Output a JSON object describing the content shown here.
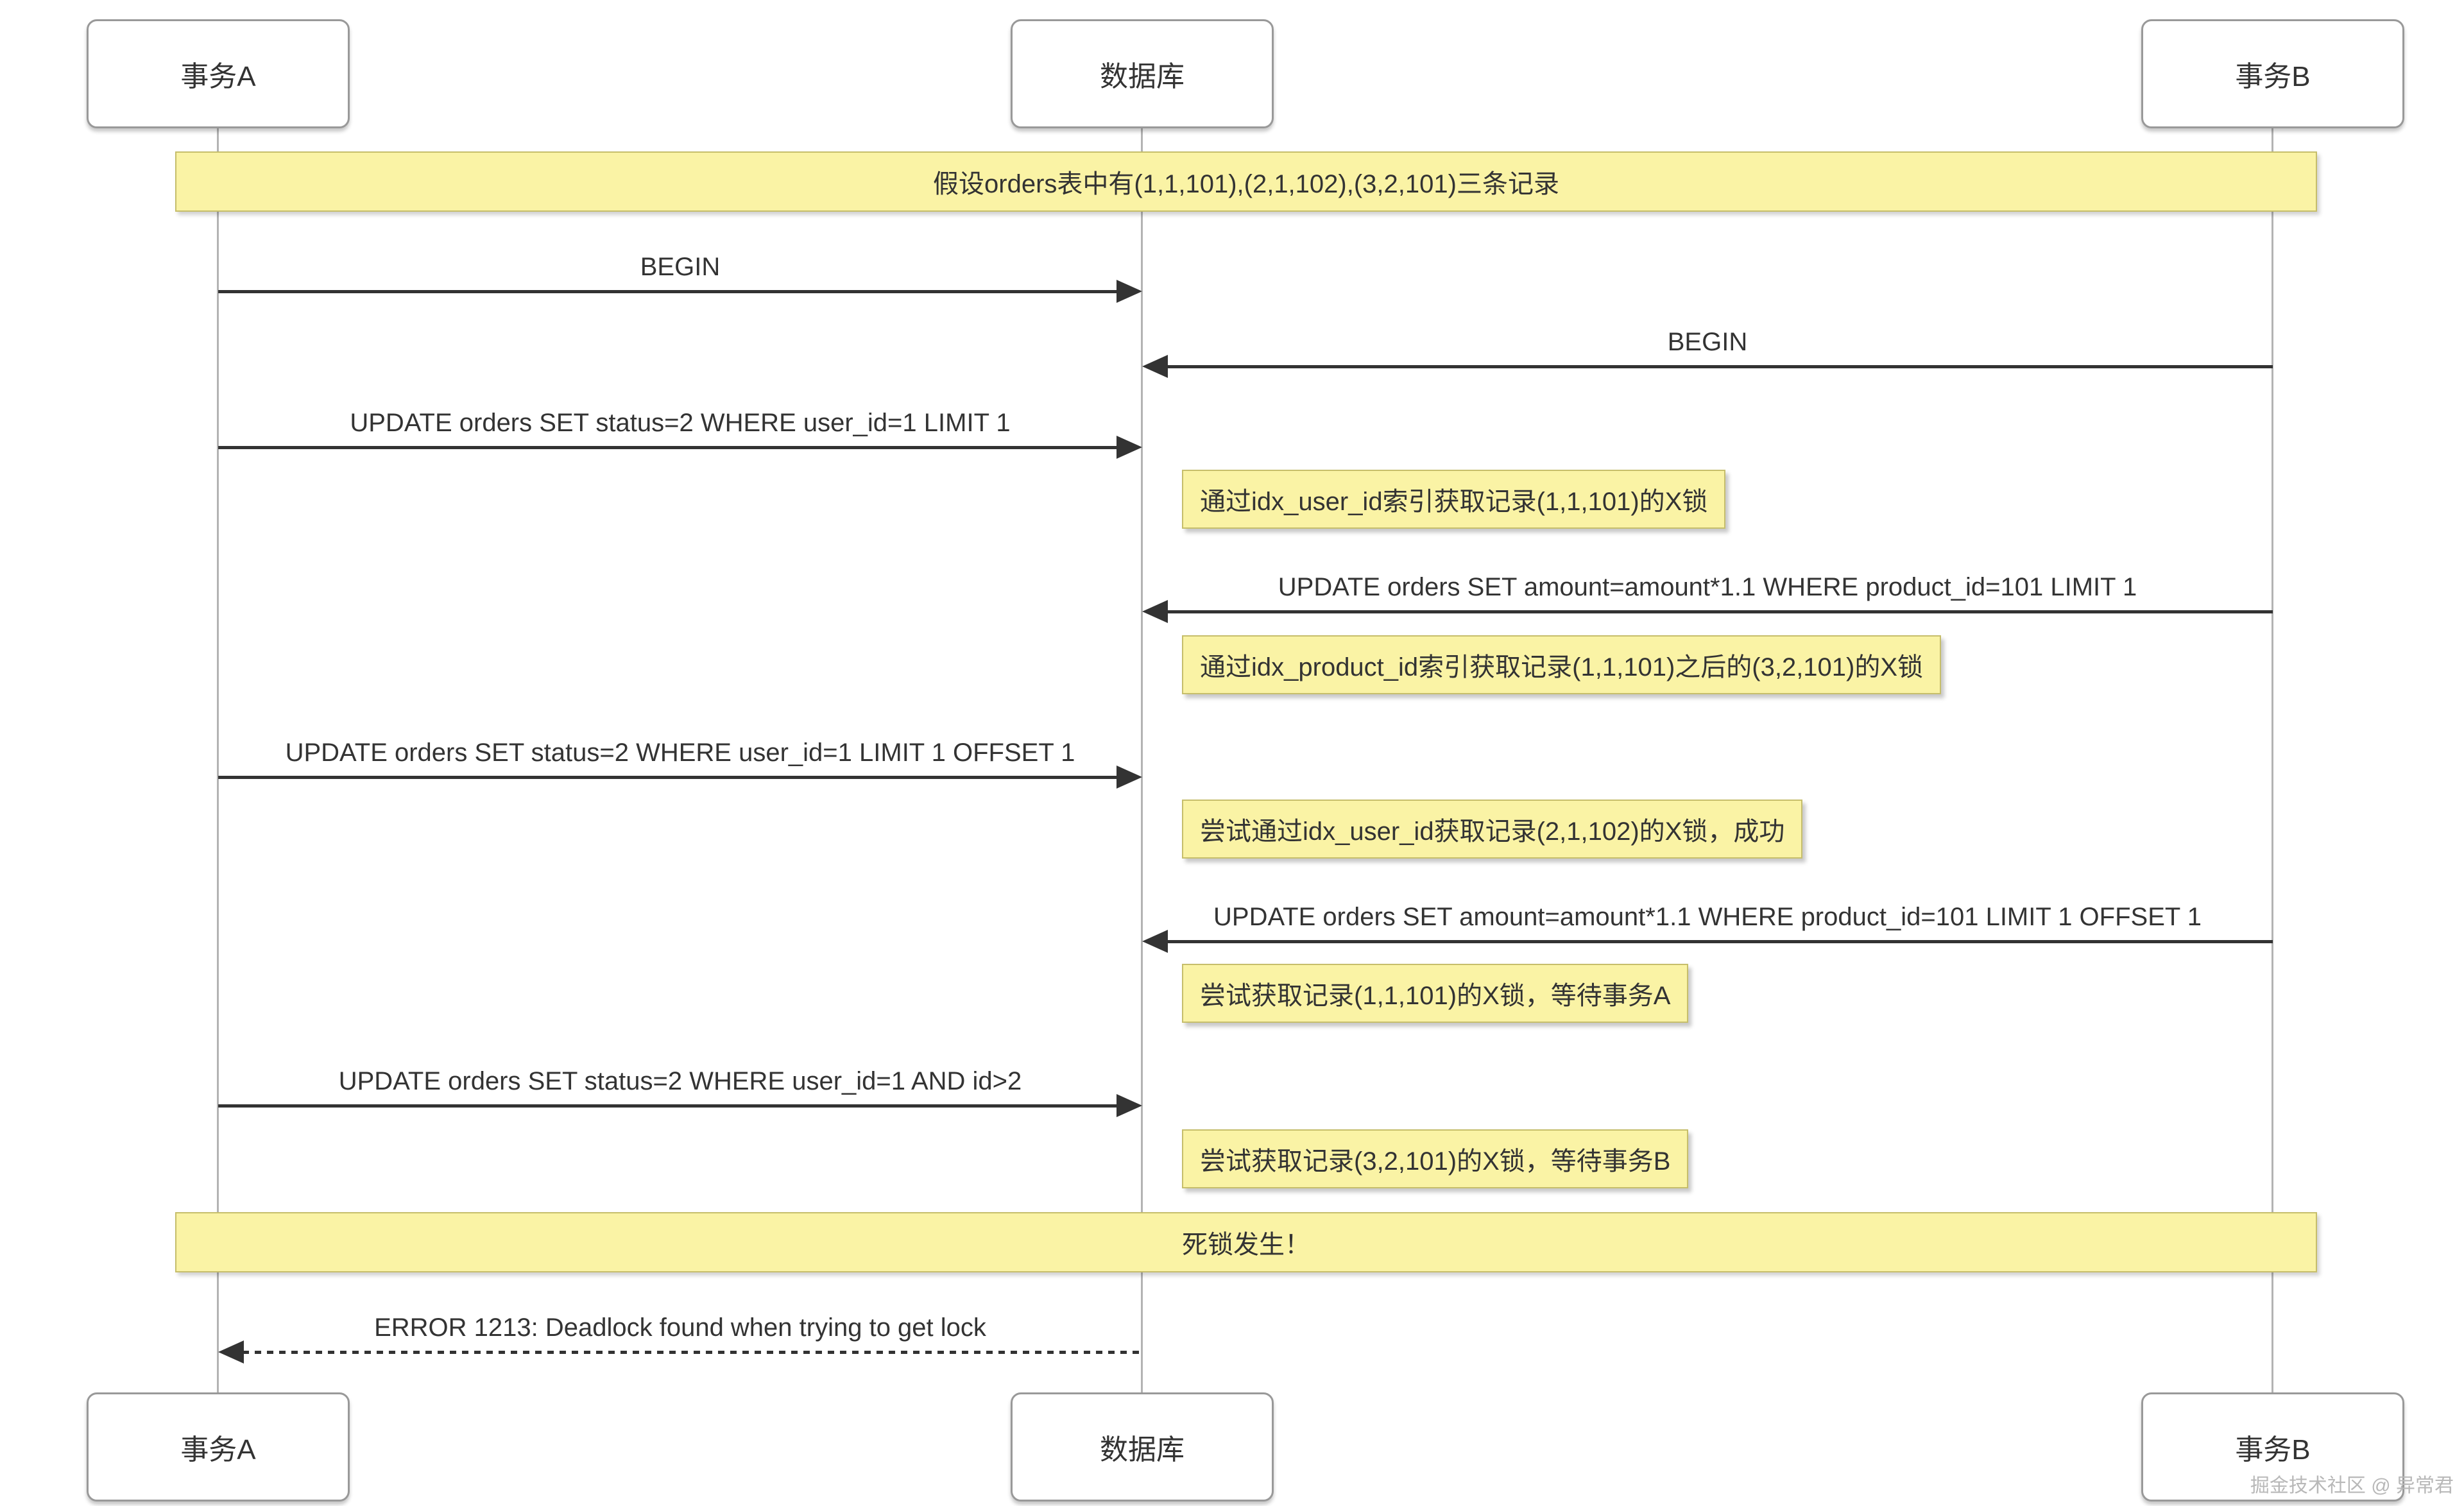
{
  "diagram": {
    "type": "sequence-diagram",
    "participants": [
      {
        "id": "A",
        "label": "事务A"
      },
      {
        "id": "DB",
        "label": "数据库"
      },
      {
        "id": "B",
        "label": "事务B"
      }
    ],
    "banners": [
      {
        "id": "setup",
        "text": "假设orders表中有(1,1,101),(2,1,102),(3,2,101)三条记录"
      },
      {
        "id": "deadlock",
        "text": "死锁发生！"
      }
    ],
    "messages": [
      {
        "from": "事务A",
        "to": "数据库",
        "style": "solid",
        "label": "BEGIN"
      },
      {
        "from": "事务B",
        "to": "数据库",
        "style": "solid",
        "label": "BEGIN"
      },
      {
        "from": "事务A",
        "to": "数据库",
        "style": "solid",
        "label": "UPDATE orders SET status=2 WHERE user_id=1 LIMIT 1"
      },
      {
        "from": "事务B",
        "to": "数据库",
        "style": "solid",
        "label": "UPDATE orders SET amount=amount*1.1 WHERE product_id=101 LIMIT 1"
      },
      {
        "from": "事务A",
        "to": "数据库",
        "style": "solid",
        "label": "UPDATE orders SET status=2 WHERE user_id=1 LIMIT 1 OFFSET 1"
      },
      {
        "from": "事务B",
        "to": "数据库",
        "style": "solid",
        "label": "UPDATE orders SET amount=amount*1.1 WHERE product_id=101 LIMIT 1 OFFSET 1"
      },
      {
        "from": "事务A",
        "to": "数据库",
        "style": "solid",
        "label": "UPDATE orders SET status=2 WHERE user_id=1 AND id>2"
      },
      {
        "from": "数据库",
        "to": "事务A",
        "style": "dotted",
        "label": "ERROR 1213: Deadlock found when trying to get lock"
      }
    ],
    "notes": [
      {
        "position": "right of 数据库",
        "text": "通过idx_user_id索引获取记录(1,1,101)的X锁"
      },
      {
        "position": "right of 数据库",
        "text": "通过idx_product_id索引获取记录(1,1,101)之后的(3,2,101)的X锁"
      },
      {
        "position": "right of 数据库",
        "text": "尝试通过idx_user_id获取记录(2,1,102)的X锁，成功"
      },
      {
        "position": "right of 数据库",
        "text": "尝试获取记录(1,1,101)的X锁，等待事务A"
      },
      {
        "position": "right of 数据库",
        "text": "尝试获取记录(3,2,101)的X锁，等待事务B"
      }
    ],
    "watermark": "掘金技术社区 @ 异常君",
    "colors": {
      "note_fill": "#faf3a5",
      "note_border": "#c6be6b",
      "arrow": "#333333",
      "lifeline": "#b3b3b3",
      "participant_border": "#999999",
      "text": "#333333",
      "background": "#ffffff"
    }
  }
}
